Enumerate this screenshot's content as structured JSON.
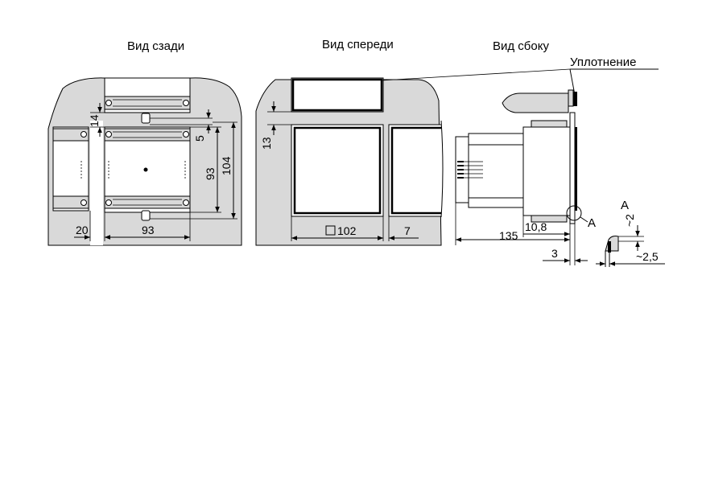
{
  "views": {
    "rear_title": "Вид сзади",
    "front_title": "Вид спереди",
    "side_title": "Вид сбоку"
  },
  "labels": {
    "seal": "Уплотнение",
    "detail_marker": "А",
    "detail_title": "А"
  },
  "dimensions": {
    "rear_14": "14",
    "rear_5": "5",
    "rear_93v": "93",
    "rear_104": "104",
    "rear_20": "20",
    "rear_93h": "93",
    "front_13": "13",
    "front_102": "102",
    "front_7": "7",
    "side_135": "135",
    "side_10_8": "10,8",
    "side_3": "3",
    "detail_2": "~2",
    "detail_2_5": "~2,5"
  },
  "colors": {
    "body_fill": "#d9d9d9",
    "line": "#000000"
  }
}
